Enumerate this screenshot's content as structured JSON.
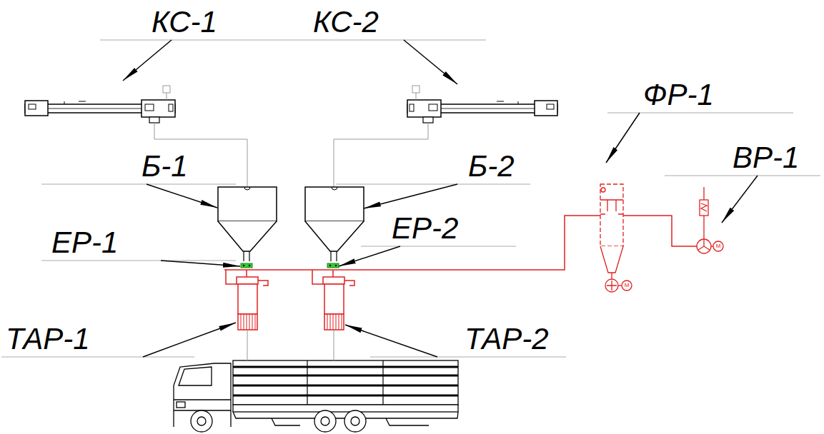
{
  "diagram": {
    "labels": [
      "КС-1",
      "КС-2",
      "Б-1",
      "Б-2",
      "ФР-1",
      "ВР-1",
      "ЕР-1",
      "ЕР-2",
      "ТАР-1",
      "ТАР-2",
      "М",
      "М"
    ]
  }
}
